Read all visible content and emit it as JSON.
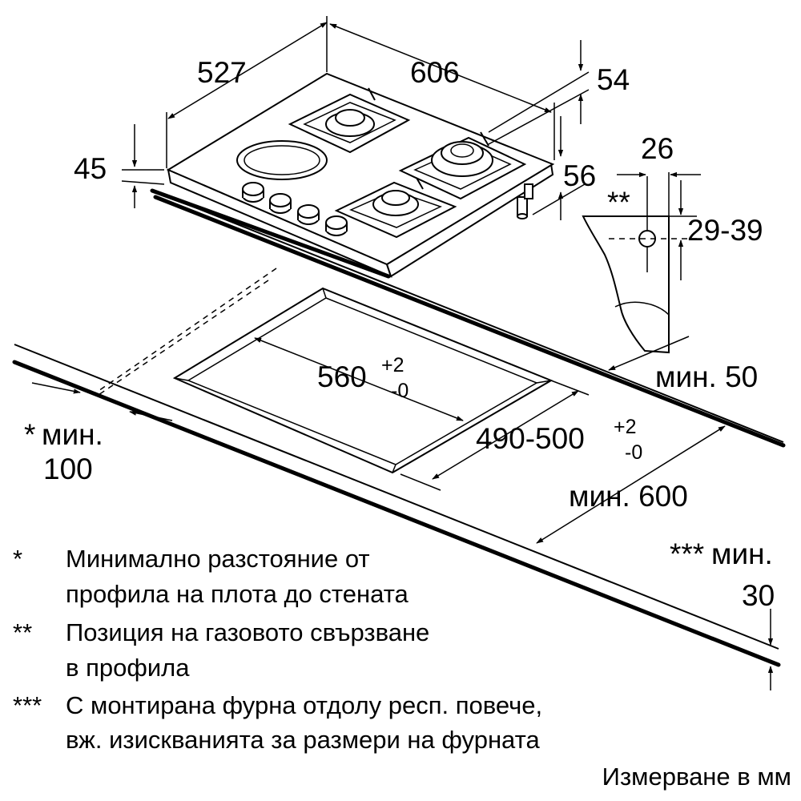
{
  "dimensions": {
    "depth": "527",
    "width": "606",
    "top_offset": "54",
    "height_left": "45",
    "height_right": "56",
    "gas_offset": "26",
    "gas_height": "29-39",
    "gas_mark": "**",
    "cutout_width": "560",
    "cutout_width_tol_plus": "+2",
    "cutout_width_tol_minus": "-0",
    "cutout_depth": "490-500",
    "cutout_depth_tol_plus": "+2",
    "cutout_depth_tol_minus": "-0",
    "min_back": "мин. 50",
    "min_worktop": "мин. 600",
    "min_front_mark": "*",
    "min_front_label": "мин.",
    "min_front_value": "100",
    "min_below_mark": "***",
    "min_below_label": "мин.",
    "min_below_value": "30"
  },
  "footnotes": [
    {
      "mark": "*",
      "line1": "Минимално разстояние от",
      "line2": "профила на плота до стената"
    },
    {
      "mark": "**",
      "line1": "Позиция на газовото свързване",
      "line2": "в профила"
    },
    {
      "mark": "***",
      "line1": "С монтирана фурна отдолу респ. повече,",
      "line2": "вж. изискванията за размери на фурната"
    }
  ],
  "units_note": "Измерване в мм"
}
